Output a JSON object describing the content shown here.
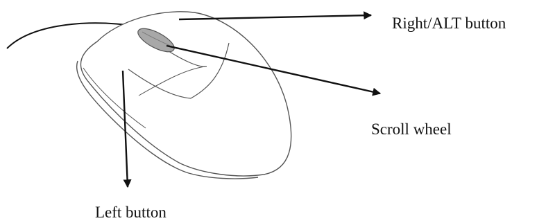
{
  "labels": {
    "right_button": "Right/ALT button",
    "scroll_wheel": "Scroll wheel",
    "left_button": "Left button"
  },
  "colors": {
    "outline": "#555555",
    "arrow": "#111111",
    "wheel_fill": "#a8a8a8"
  },
  "icons": {
    "mouse": "computer-mouse-drawing"
  }
}
